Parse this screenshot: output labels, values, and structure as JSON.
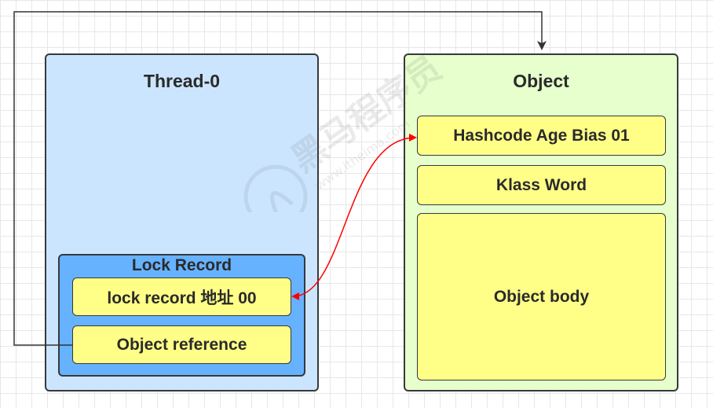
{
  "thread": {
    "title": "Thread-0"
  },
  "lock_record": {
    "title": "Lock Record",
    "fields": [
      "lock  record 地址 00",
      "Object reference"
    ]
  },
  "object": {
    "title": "Object",
    "fields": [
      "Hashcode Age Bias 01",
      "Klass Word",
      "Object body"
    ]
  },
  "watermark": {
    "brand": "黑马程序员",
    "url": "www.itheima.com"
  },
  "colors": {
    "thread_fill": "#cce5ff",
    "object_fill": "#e6ffcc",
    "lock_record_fill": "#66b2ff",
    "field_fill": "#ffff88",
    "cas_arrow": "#ff0000",
    "reference_line": "#333333"
  }
}
